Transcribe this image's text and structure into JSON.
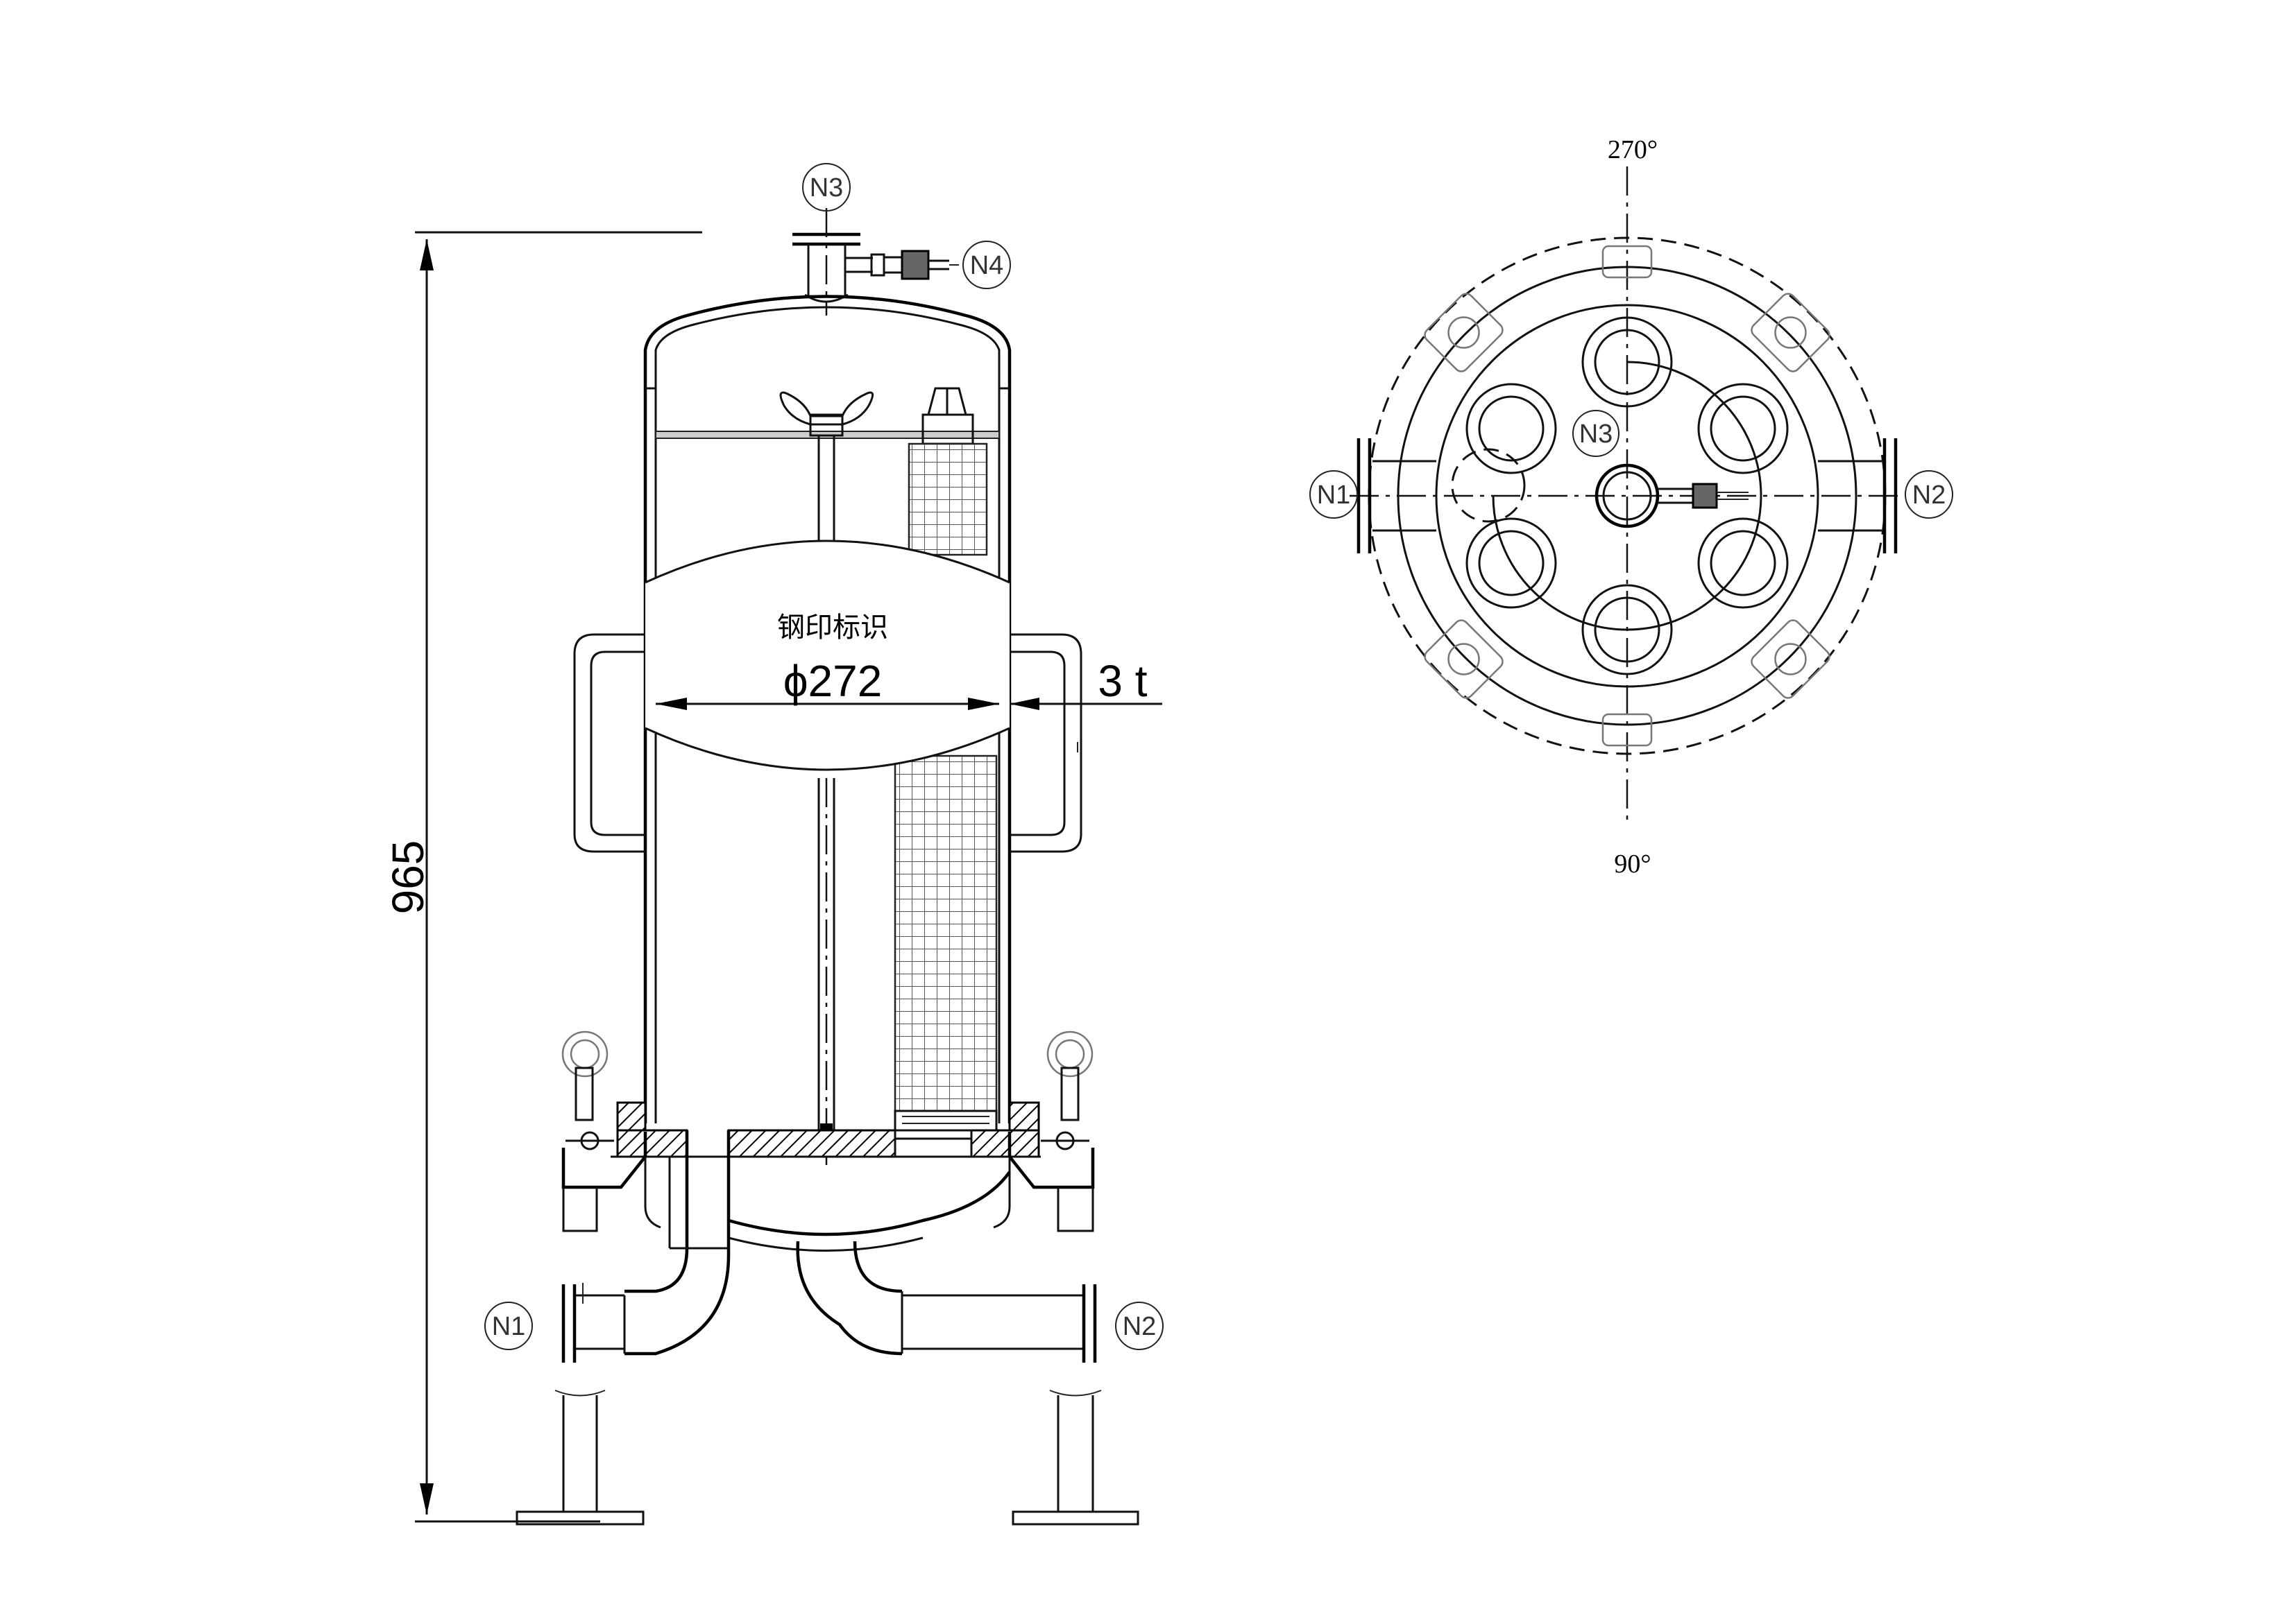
{
  "nozzles": {
    "n1": "N1",
    "n2": "N2",
    "n3": "N3",
    "n4": "N4"
  },
  "dimensions": {
    "height": "965",
    "diameter": "ϕ272",
    "thickness": "3 t"
  },
  "stamp_label": "钢印标识",
  "angles": {
    "top": "270°",
    "bottom": "90°"
  }
}
